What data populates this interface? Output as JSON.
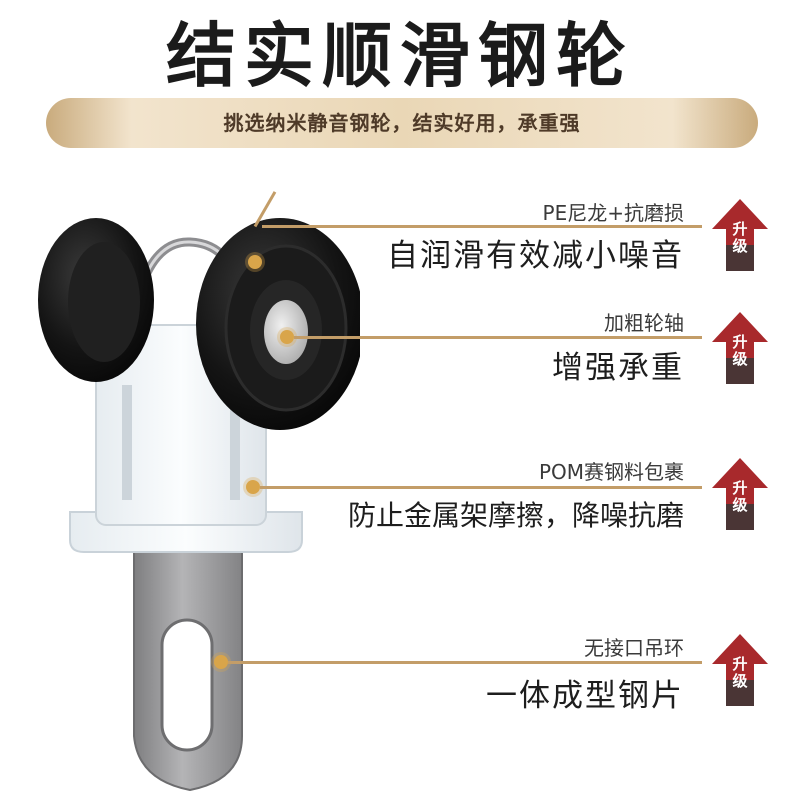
{
  "header": {
    "title": "结实顺滑钢轮",
    "banner": "挑选纳米静音钢轮，结实好用，承重强"
  },
  "features": [
    {
      "sub": "PE尼龙+抗磨损",
      "main": "自润滑有效减小噪音",
      "badge_line1": "升",
      "badge_line2": "级"
    },
    {
      "sub": "加粗轮轴",
      "main": "增强承重",
      "badge_line1": "升",
      "badge_line2": "级"
    },
    {
      "sub": "POM赛钢料包裹",
      "main": "防止金属架摩擦，降噪抗磨",
      "badge_line1": "升",
      "badge_line2": "级"
    },
    {
      "sub": "无接口吊环",
      "main": "一体成型钢片",
      "badge_line1": "升",
      "badge_line2": "级"
    }
  ],
  "colors": {
    "accent_gold": "#c39d68",
    "badge_red": "#a8292c",
    "badge_dark": "#4a3535"
  }
}
